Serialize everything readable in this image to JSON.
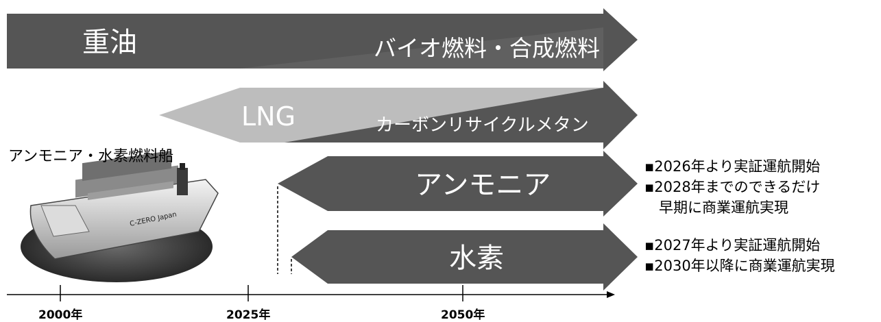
{
  "bands": {
    "heavy_oil": "重油",
    "bio_synthetic": "バイオ燃料・合成燃料",
    "lng": "LNG",
    "carbon_recycle_methane": "カーボンリサイクルメタン",
    "ammonia": "アンモニア",
    "hydrogen": "水素"
  },
  "ship": {
    "caption": "アンモニア・水素燃料船",
    "hull_text": "C-ZERO Japan"
  },
  "notes": {
    "ammonia": [
      "▪2026年より実証運航開始",
      "▪2028年までのできるだけ",
      "　早期に商業運航実現"
    ],
    "hydrogen": [
      "▪2027年より実証運航開始",
      "▪2030年以降に商業運航実現"
    ]
  },
  "axis": {
    "ticks": [
      "2000年",
      "2025年",
      "2050年"
    ]
  },
  "colors": {
    "dark_band": "#555555",
    "light_band": "#bdbdbd",
    "band_text": "#ffffff"
  }
}
